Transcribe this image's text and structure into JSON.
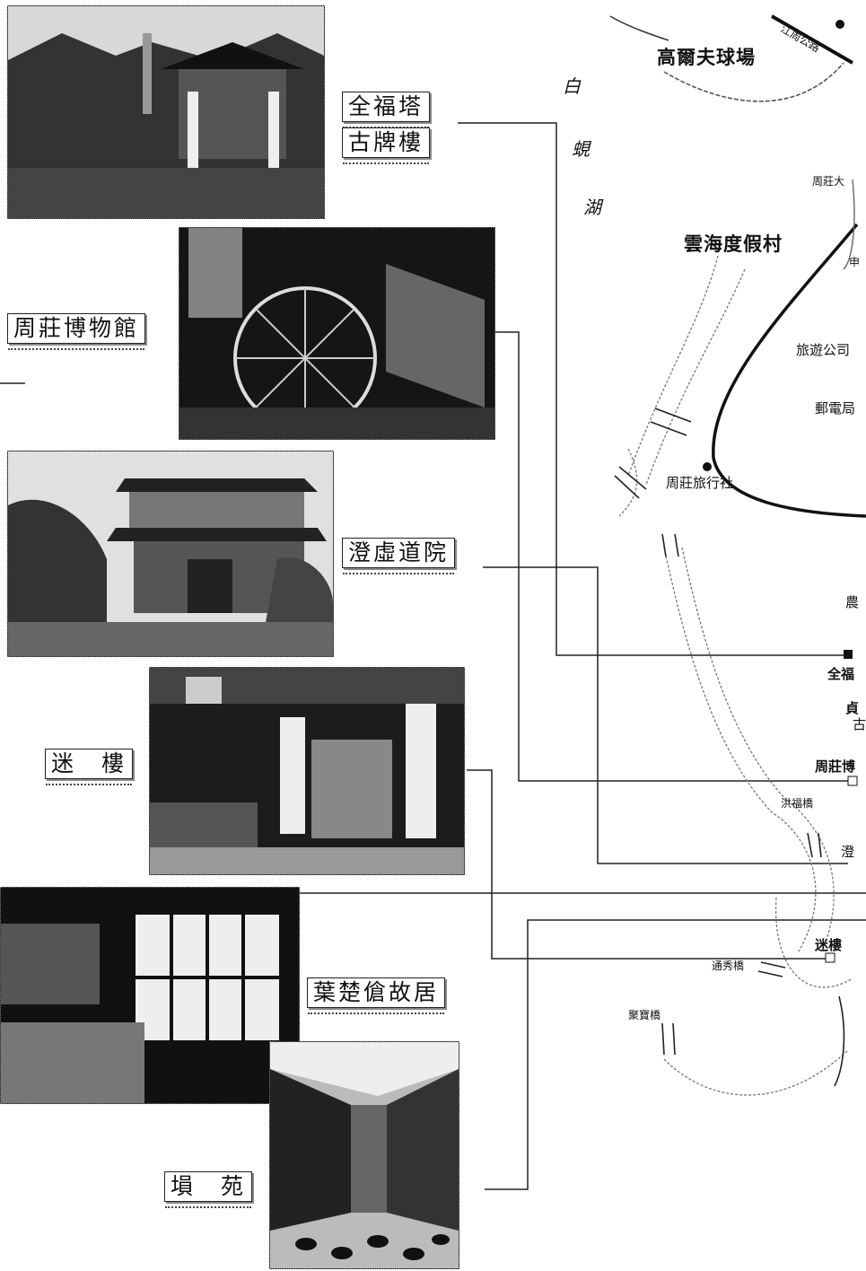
{
  "photo_labels": {
    "quanfu_pagoda": "全福塔",
    "archway": "古牌樓",
    "museum": "周莊博物館",
    "chengxu_temple": "澄虛道院",
    "milou": "迷　樓",
    "ye_chucang": "葉楚傖故居",
    "gui_yuan": "塤　苑"
  },
  "map_labels": {
    "golf": "高爾夫球場",
    "road_sign": "江周公路",
    "lake_char1": "白",
    "lake_char2": "蜆",
    "lake_char3": "湖",
    "resort": "雲海度假村",
    "hotel": "周莊大",
    "shen": "申",
    "tour_company": "旅遊公司",
    "post_office": "郵電局",
    "travel_agency": "周莊旅行社",
    "nong": "農",
    "quanfu_short": "全福",
    "zhen": "貞",
    "gu": "古",
    "museum_short": "周莊博",
    "hongfu_bridge": "洪福橋",
    "cheng": "澄",
    "milou_map": "迷樓",
    "tongxiu_bridge": "通秀橋",
    "jubao_bridge": "聚寶橋"
  }
}
